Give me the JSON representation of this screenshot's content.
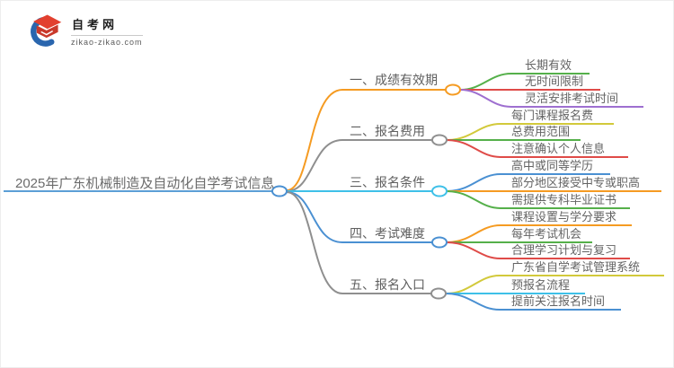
{
  "logo": {
    "site_name": "自考网",
    "site_url": "zikao-zikao.com",
    "icon": "graduation-cap-icon",
    "brand_blue": "#2A66AE",
    "brand_red": "#E2402F",
    "brand_red_dark": "#C9392B"
  },
  "palette": {
    "root_line": "#5C9FD6",
    "root_circle": "#4A90D2",
    "orange": "#F59B22",
    "gray": "#8F8F8F",
    "cyan": "#3EC0E8",
    "blue": "#4A90D2",
    "green": "#55B04A",
    "red": "#DF4B48",
    "purple": "#9E6FD0",
    "yellow": "#D2C93B",
    "text": "#646464"
  },
  "mindmap": {
    "root": {
      "label": "2025年广东机械制造及自动化自学考试信息"
    },
    "branches": [
      {
        "label": "一、成绩有效期",
        "color": "#F59B22",
        "children": [
          {
            "label": "长期有效",
            "color": "#55B04A"
          },
          {
            "label": "无时间限制",
            "color": "#DF4B48"
          },
          {
            "label": "灵活安排考试时间",
            "color": "#9E6FD0"
          }
        ]
      },
      {
        "label": "二、报名费用",
        "color": "#8F8F8F",
        "children": [
          {
            "label": "每门课程报名费",
            "color": "#D2C93B"
          },
          {
            "label": "总费用范围",
            "color": "#55B04A"
          },
          {
            "label": "注意确认个人信息",
            "color": "#DF4B48"
          }
        ]
      },
      {
        "label": "三、报名条件",
        "color": "#3EC0E8",
        "children": [
          {
            "label": "高中或同等学历",
            "color": "#4A90D2"
          },
          {
            "label": "部分地区接受中专或职高",
            "color": "#F59B22"
          },
          {
            "label": "需提供专科毕业证书",
            "color": "#55B04A"
          }
        ]
      },
      {
        "label": "四、考试难度",
        "color": "#4A90D2",
        "children": [
          {
            "label": "课程设置与学分要求",
            "color": "#F59B22"
          },
          {
            "label": "每年考试机会",
            "color": "#55B04A"
          },
          {
            "label": "合理学习计划与复习",
            "color": "#DF4B48"
          }
        ]
      },
      {
        "label": "五、报名入口",
        "color": "#8F8F8F",
        "children": [
          {
            "label": "广东省自学考试管理系统",
            "color": "#D2C93B"
          },
          {
            "label": "预报名流程",
            "color": "#3EC0E8"
          },
          {
            "label": "提前关注报名时间",
            "color": "#4A90D2"
          }
        ]
      }
    ]
  }
}
